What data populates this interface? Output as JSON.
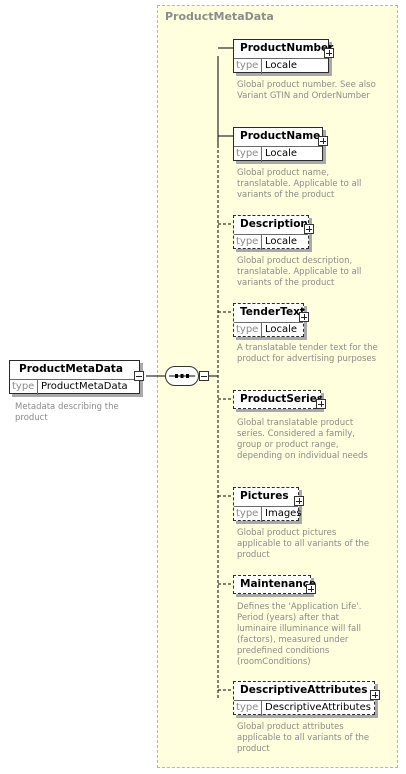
{
  "root": {
    "title": "ProductMetaData",
    "type_label": "type",
    "type_value": "ProductMetaData",
    "description": "Metadata describing the product"
  },
  "group": {
    "title": "ProductMetaData"
  },
  "elements": [
    {
      "title": "ProductNumber",
      "type_label": "type",
      "type_value": "Locale",
      "optional": false,
      "description": "Global product number. See also Variant GTIN and OrderNumber"
    },
    {
      "title": "ProductName",
      "type_label": "type",
      "type_value": "Locale",
      "optional": false,
      "description": "Global product name, translatable. Applicable to all variants of the product"
    },
    {
      "title": "Description",
      "type_label": "type",
      "type_value": "Locale",
      "optional": true,
      "description": "Global product description, translatable. Applicable to all variants of the product"
    },
    {
      "title": "TenderText",
      "type_label": "type",
      "type_value": "Locale",
      "optional": true,
      "description": "A translatable tender text for the product for advertising purposes"
    },
    {
      "title": "ProductSeries",
      "optional": true,
      "description": "Global translatable product series. Considered a family, group or product range, depending on individual needs"
    },
    {
      "title": "Pictures",
      "type_label": "type",
      "type_value": "Images",
      "optional": true,
      "description": "Global product pictures applicable to all variants of the product"
    },
    {
      "title": "Maintenance",
      "optional": true,
      "description": "Defines the 'Application Life'. Period (years) after that luminaire illuminance will fall (factors), measured under predefined conditions (roomConditions)"
    },
    {
      "title": "DescriptiveAttributes",
      "type_label": "type",
      "type_value": "DescriptiveAttributes",
      "optional": true,
      "description": "Global product attributes applicable to all variants of the product"
    }
  ],
  "icons": {
    "expand": "plus-box-icon",
    "collapse": "minus-box-icon",
    "compositor": "sequence-compositor-icon"
  }
}
